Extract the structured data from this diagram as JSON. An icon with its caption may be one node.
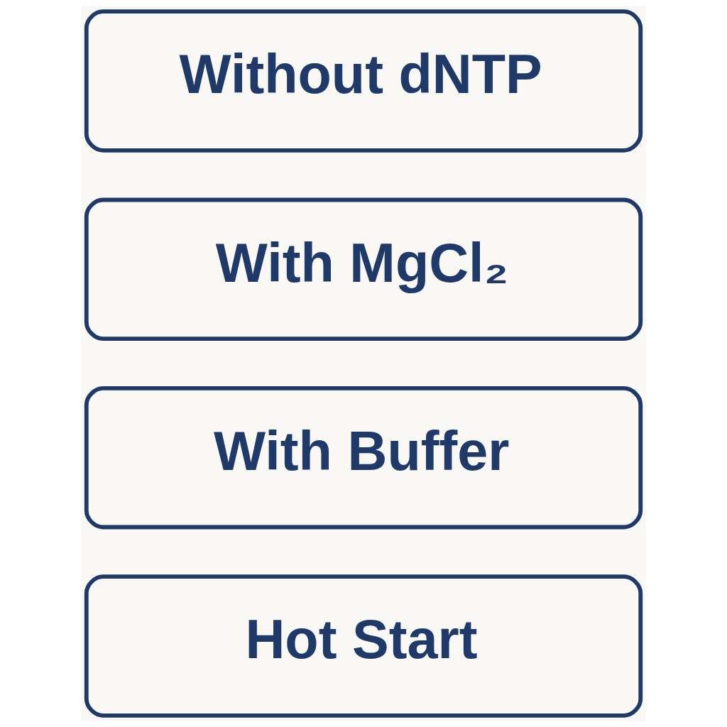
{
  "diagram": {
    "nodes": [
      {
        "text": [
          "Hot Start"
        ]
      },
      {
        "text": [
          "With Buffer"
        ]
      },
      {
        "text": [
          "With MgCl₂"
        ]
      },
      {
        "text": [
          "Without dNTP"
        ]
      }
    ]
  }
}
